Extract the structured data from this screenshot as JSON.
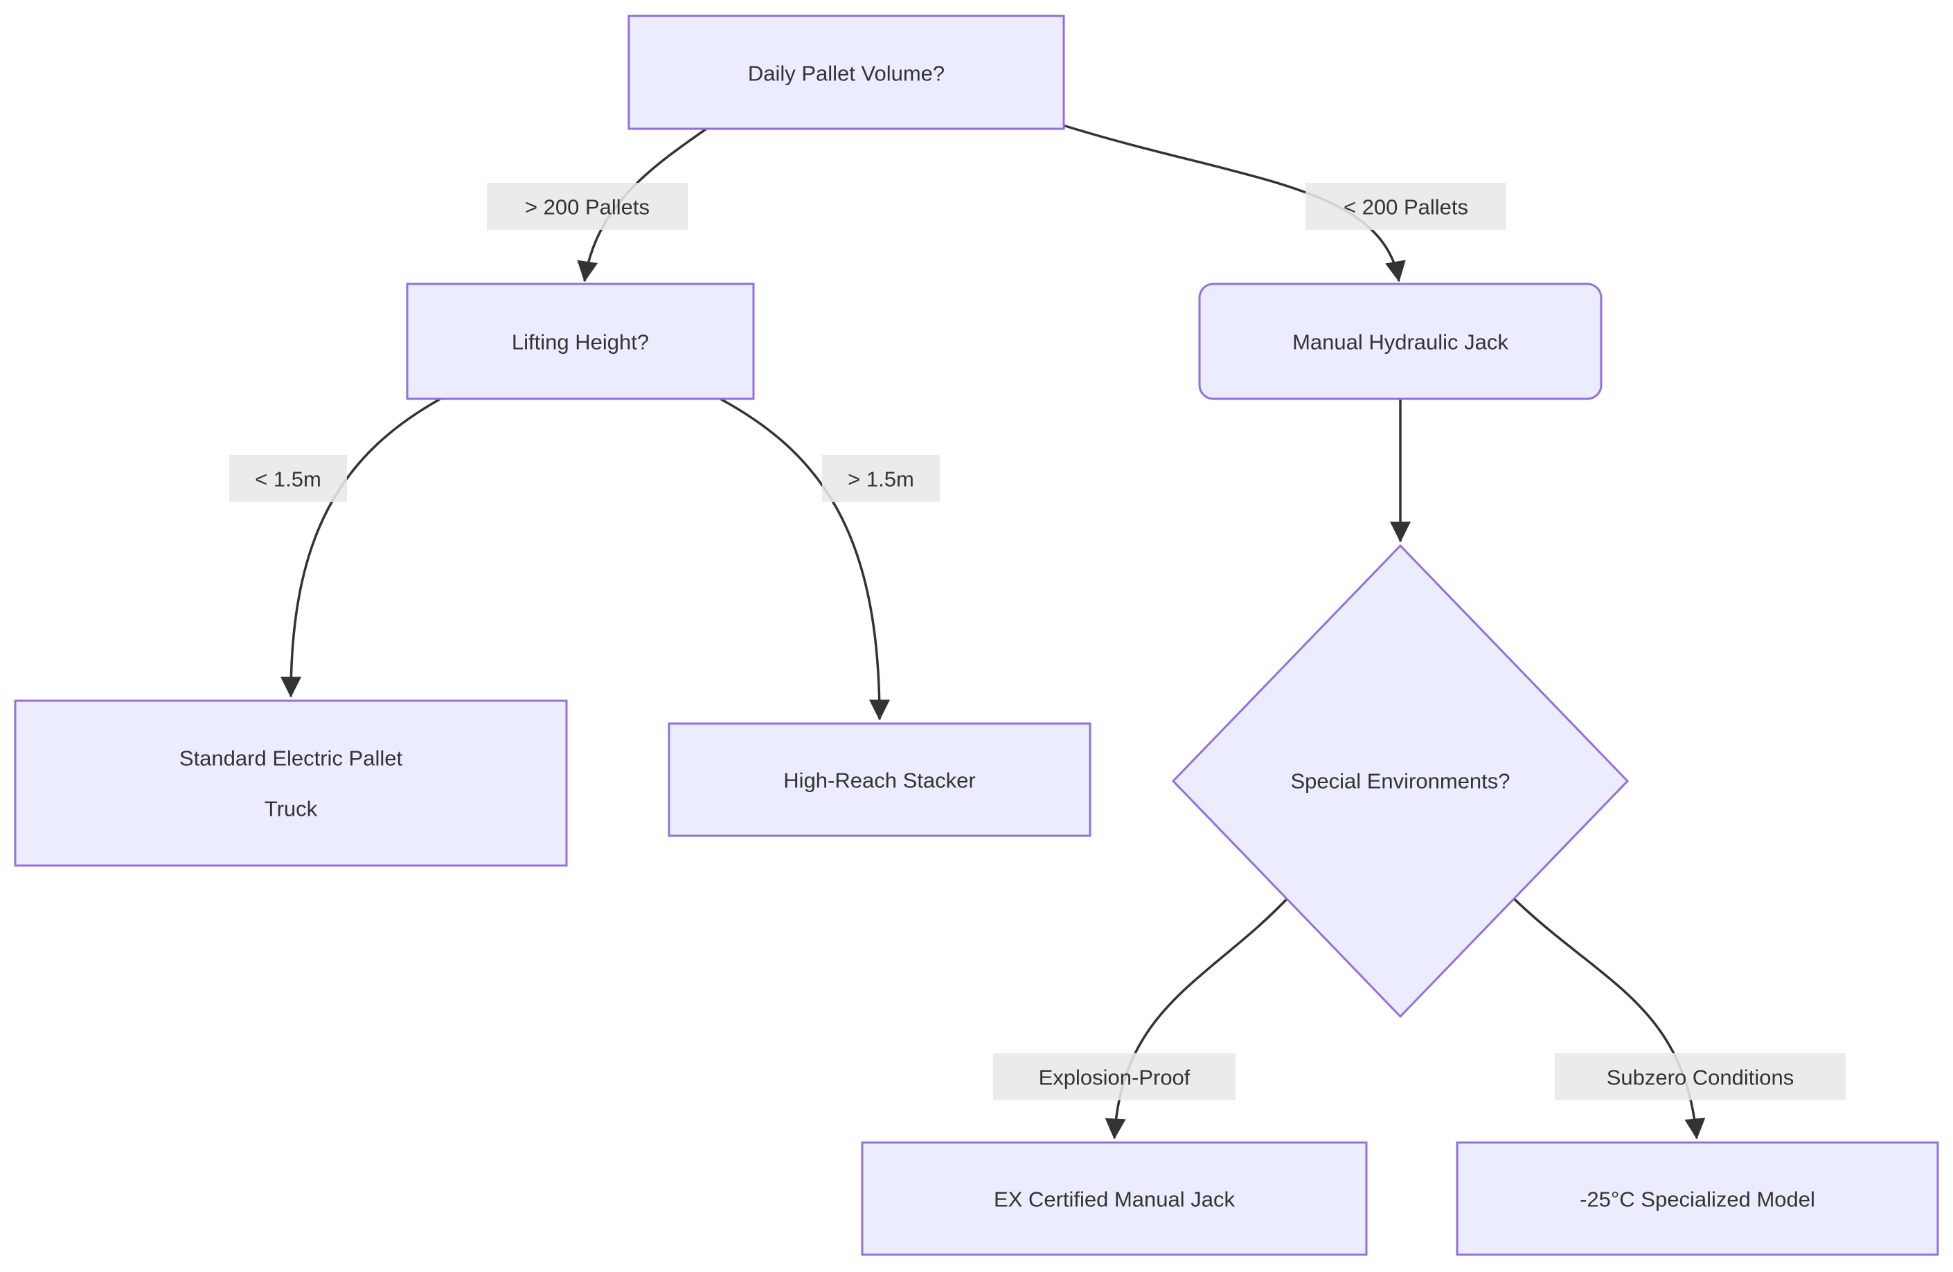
{
  "diagram": {
    "type": "flowchart-decision-tree",
    "background": "#ffffff",
    "colors": {
      "node_fill": "#ECECFF",
      "node_border": "#9370DB",
      "edge_line": "#333333",
      "edge_label_bg": "#e8e8e8",
      "text": "#333333"
    },
    "nodes": {
      "daily_volume": {
        "label": "Daily Pallet Volume?",
        "shape": "rect"
      },
      "lifting_height": {
        "label": "Lifting Height?",
        "shape": "rect"
      },
      "manual_jack": {
        "label": "Manual Hydraulic Jack",
        "shape": "rounded-rect"
      },
      "std_electric": {
        "label": "Standard Electric Pallet Truck",
        "line1": "Standard Electric Pallet",
        "line2": "Truck",
        "shape": "rect"
      },
      "high_reach": {
        "label": "High-Reach Stacker",
        "shape": "rect"
      },
      "special_env": {
        "label": "Special Environments?",
        "shape": "diamond"
      },
      "ex_certified": {
        "label": "EX Certified Manual Jack",
        "shape": "rect"
      },
      "subzero_model": {
        "label": "-25°C Specialized Model",
        "shape": "rect"
      }
    },
    "edge_labels": {
      "gt200": "> 200 Pallets",
      "lt200": "< 200 Pallets",
      "lt15": "< 1.5m",
      "gt15": "> 1.5m",
      "explosion": "Explosion-Proof",
      "subzero": "Subzero Conditions"
    },
    "edges": [
      {
        "from": "daily_volume",
        "to": "lifting_height",
        "label": "> 200 Pallets"
      },
      {
        "from": "daily_volume",
        "to": "manual_jack",
        "label": "< 200 Pallets"
      },
      {
        "from": "lifting_height",
        "to": "std_electric",
        "label": "< 1.5m"
      },
      {
        "from": "lifting_height",
        "to": "high_reach",
        "label": "> 1.5m"
      },
      {
        "from": "manual_jack",
        "to": "special_env",
        "label": ""
      },
      {
        "from": "special_env",
        "to": "ex_certified",
        "label": "Explosion-Proof"
      },
      {
        "from": "special_env",
        "to": "subzero_model",
        "label": "Subzero Conditions"
      }
    ]
  }
}
